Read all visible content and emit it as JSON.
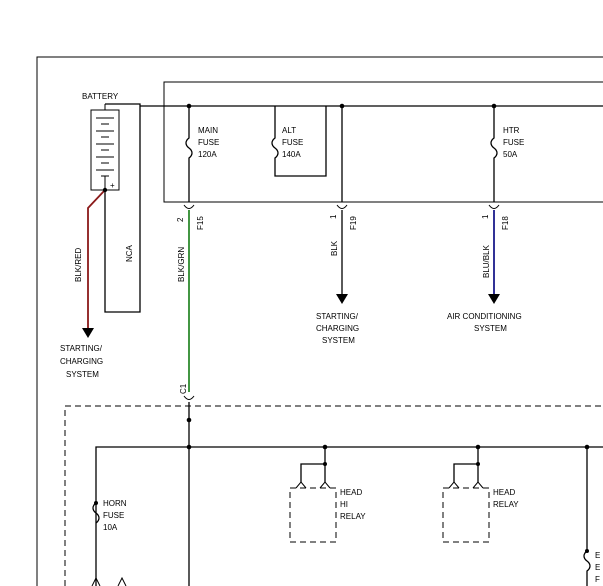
{
  "battery": {
    "label": "BATTERY",
    "plus": "+"
  },
  "fuses": [
    {
      "name": "main",
      "l1": "MAIN",
      "l2": "FUSE",
      "l3": "120A"
    },
    {
      "name": "alt",
      "l1": "ALT",
      "l2": "FUSE",
      "l3": "140A"
    },
    {
      "name": "htr",
      "l1": "HTR",
      "l2": "FUSE",
      "l3": "50A"
    }
  ],
  "connectors": [
    {
      "pin": "2",
      "name": "F15",
      "wire": "BLK/GRN"
    },
    {
      "pin": "1",
      "name": "F19",
      "wire": "BLK"
    },
    {
      "pin": "1",
      "name": "F18",
      "wire": "BLU/BLK"
    }
  ],
  "wires": {
    "blk_red": "BLK/RED",
    "nca": "NCA"
  },
  "destinations": {
    "left": {
      "l1": "STARTING/",
      "l2": "CHARGING",
      "l3": "SYSTEM"
    },
    "center": {
      "l1": "STARTING/",
      "l2": "CHARGING",
      "l3": "SYSTEM"
    },
    "right": {
      "l1": "AIR CONDITIONING",
      "l2": "SYSTEM"
    }
  },
  "c1": "C1",
  "horn_fuse": {
    "l1": "HORN",
    "l2": "FUSE",
    "l3": "10A"
  },
  "relays": [
    {
      "name": "head-hi",
      "l1": "HEAD",
      "l2": "HI",
      "l3": "RELAY"
    },
    {
      "name": "head",
      "l1": "HEAD",
      "l2": "RELAY"
    }
  ],
  "edge_labels": [
    "E",
    "E",
    "F"
  ],
  "colors": {
    "red_wire": "#8b1a1a",
    "green_wire": "#2e8b2e",
    "blue_wire": "#1a1a8b"
  }
}
